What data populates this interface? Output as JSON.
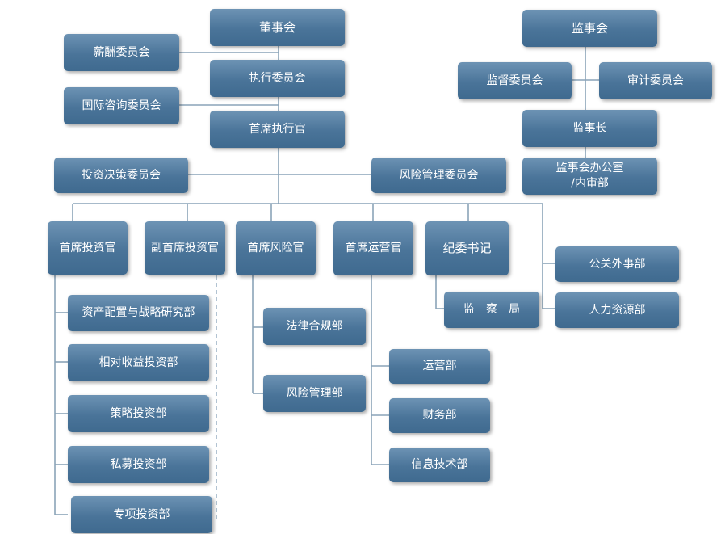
{
  "org_chart": {
    "board": "董事会",
    "salary_committee": "薪酬委员会",
    "executive_committee": "执行委员会",
    "intl_advisory_committee": "国际咨询委员会",
    "ceo": "首席执行官",
    "investment_committee": "投资决策委员会",
    "risk_committee": "风险管理委员会",
    "supervisory_board": "监事会",
    "supervision_committee": "监督委员会",
    "audit_committee": "审计委员会",
    "chief_supervisor": "监事长",
    "supervisory_office": "监事会办公室\n/内审部",
    "cio": "首席投资官",
    "deputy_cio": "副首席投资官",
    "cro": "首席风险官",
    "coo": "首席运营官",
    "discipline_secretary": "纪委书记",
    "public_affairs_dept": "公关外事部",
    "hr_dept": "人力资源部",
    "asset_allocation_dept": "资产配置与战略研究部",
    "relative_return_dept": "相对收益投资部",
    "strategy_invest_dept": "策略投资部",
    "private_equity_dept": "私募投资部",
    "special_invest_dept": "专项投资部",
    "legal_compliance_dept": "法律合规部",
    "risk_mgmt_dept": "风险管理部",
    "operations_dept": "运营部",
    "finance_dept": "财务部",
    "it_dept": "信息技术部",
    "inspection_bureau": "监　察　局"
  }
}
